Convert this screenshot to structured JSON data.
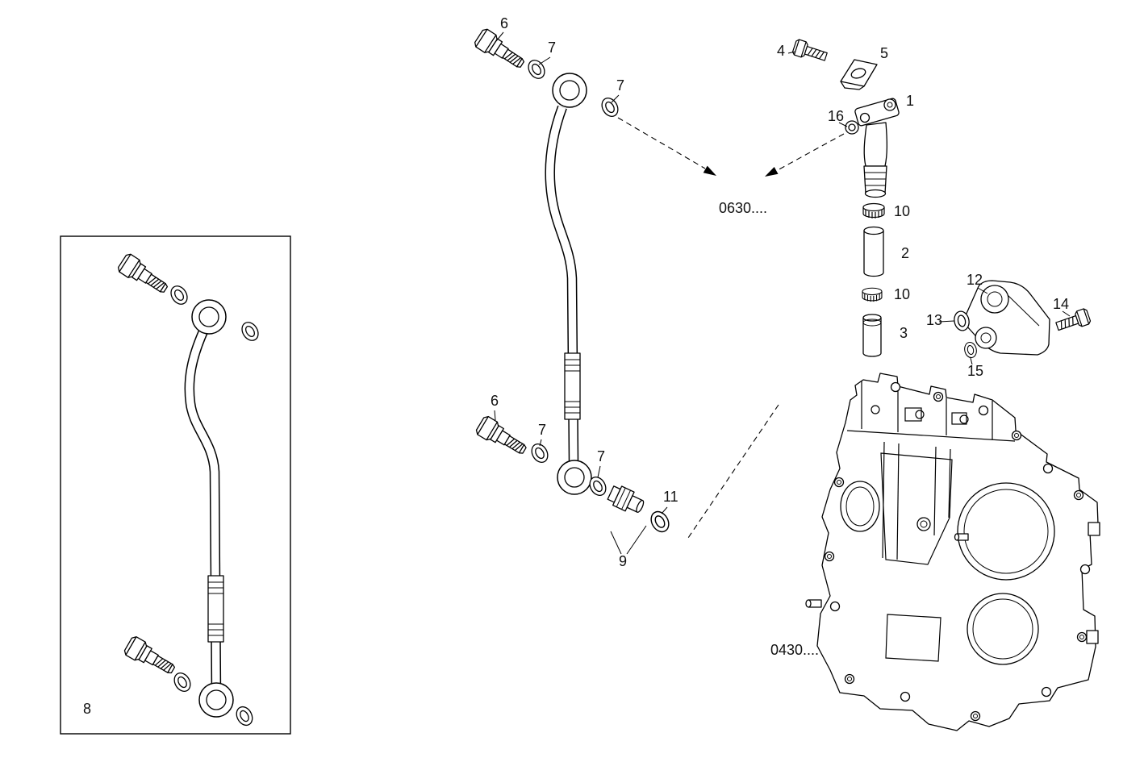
{
  "refs": {
    "upper": "0630....",
    "lower": "0430...."
  },
  "callouts": {
    "p1": "1",
    "p2": "2",
    "p3": "3",
    "p4": "4",
    "p5": "5",
    "p6_top": "6",
    "p6_mid": "6",
    "p7_top_left": "7",
    "p7_top_right": "7",
    "p7_mid_left": "7",
    "p7_mid_right": "7",
    "p8": "8",
    "p9": "9",
    "p10_upper": "10",
    "p10_lower": "10",
    "p11": "11",
    "p12": "12",
    "p13": "13",
    "p14": "14",
    "p15": "15",
    "p16": "16"
  }
}
